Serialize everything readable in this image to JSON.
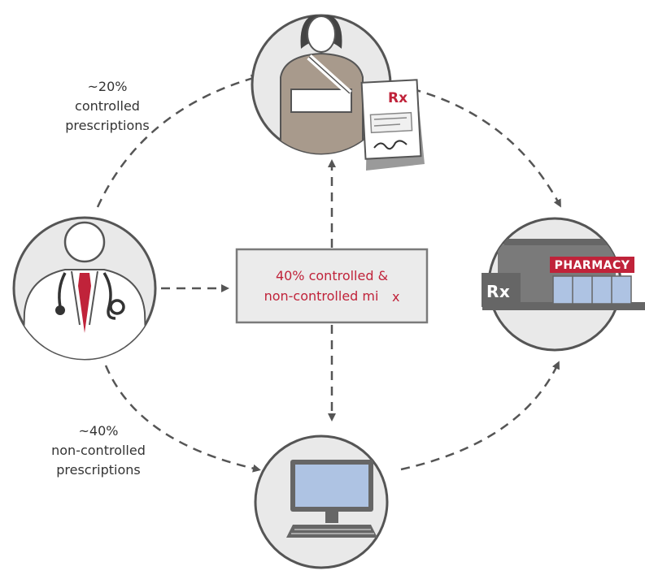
{
  "flows": {
    "patient": {
      "line1": "~20%",
      "line2": "controlled",
      "line3": "prescriptions"
    },
    "electronic": {
      "line1": "~40%",
      "line2": "non-controlled",
      "line3": "prescriptions"
    },
    "mixed": {
      "line1": "40% controlled &",
      "line2": "non-controlled mi",
      "line2_tail": "x"
    }
  },
  "pharmacy": {
    "sign": "PHARMACY",
    "rx_symbol": "Rx"
  },
  "prescription": {
    "rx_symbol": "Rx"
  },
  "colors": {
    "accent": "#c0233a",
    "circle_fill": "#e9e9e9",
    "circle_stroke": "#555555",
    "arrow": "#555555",
    "screen": "#aec3e3",
    "box_fill": "#ebebeb",
    "box_stroke": "#7a7a7a"
  },
  "icons": [
    "doctor-icon",
    "patient-icon",
    "prescription-icon",
    "computer-icon",
    "pharmacy-icon",
    "stethoscope-icon"
  ]
}
